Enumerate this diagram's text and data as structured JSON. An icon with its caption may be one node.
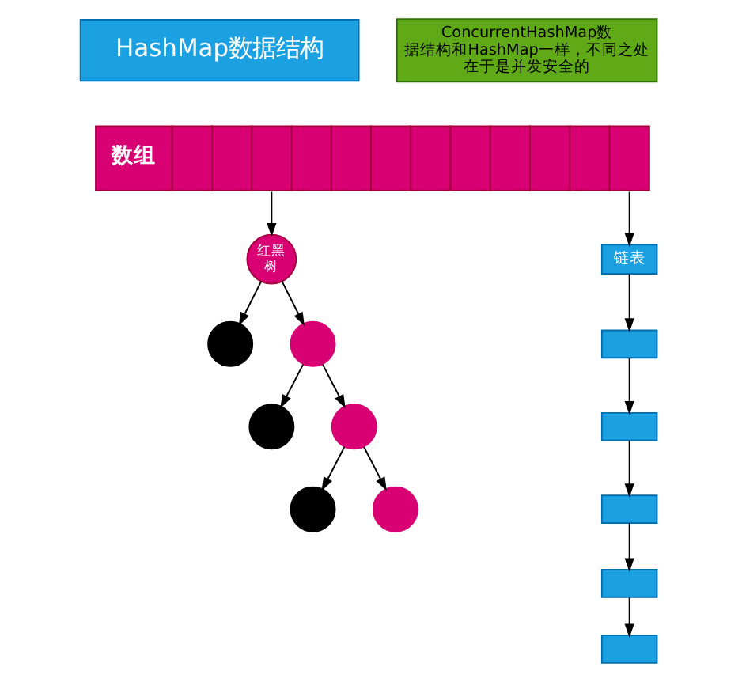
{
  "diagram": {
    "nodes": [
      {
        "text": [
          "HashMap数据结构"
        ]
      },
      {
        "text": [
          "ConcurrentHashMap数据结构和HashMap一样，不同之处在于是并发安全的"
        ]
      },
      {
        "text": [
          "数组"
        ]
      },
      {
        "text": [
          "红黑树"
        ]
      },
      {
        "text": [],
        "shape": "circle"
      },
      {
        "text": [],
        "shape": "circle"
      },
      {
        "text": [],
        "shape": "circle"
      },
      {
        "text": [],
        "shape": "circle"
      },
      {
        "text": [],
        "shape": "circle"
      },
      {
        "text": [],
        "shape": "circle"
      },
      {
        "text": [
          "链表"
        ]
      },
      {
        "text": [],
        "shape": "box"
      },
      {
        "text": [],
        "shape": "box"
      },
      {
        "text": [],
        "shape": "box"
      },
      {
        "text": [],
        "shape": "box"
      },
      {
        "text": [],
        "shape": "box"
      }
    ],
    "edges": [
      {
        "from": 2,
        "to": 3,
        "arrow": "to"
      },
      {
        "from": 2,
        "to": 10,
        "arrow": "to"
      },
      {
        "from": 3,
        "to": 4,
        "arrow": "to"
      },
      {
        "from": 3,
        "to": 5,
        "arrow": "to"
      },
      {
        "from": 5,
        "to": 6,
        "arrow": "to"
      },
      {
        "from": 5,
        "to": 7,
        "arrow": "to"
      },
      {
        "from": 7,
        "to": 8,
        "arrow": "to"
      },
      {
        "from": 7,
        "to": 9,
        "arrow": "to"
      },
      {
        "from": 10,
        "to": 11,
        "arrow": "to"
      },
      {
        "from": 11,
        "to": 12,
        "arrow": "to"
      },
      {
        "from": 12,
        "to": 13,
        "arrow": "to"
      },
      {
        "from": 13,
        "to": 14,
        "arrow": "to"
      },
      {
        "from": 14,
        "to": 15,
        "arrow": "to"
      }
    ]
  }
}
